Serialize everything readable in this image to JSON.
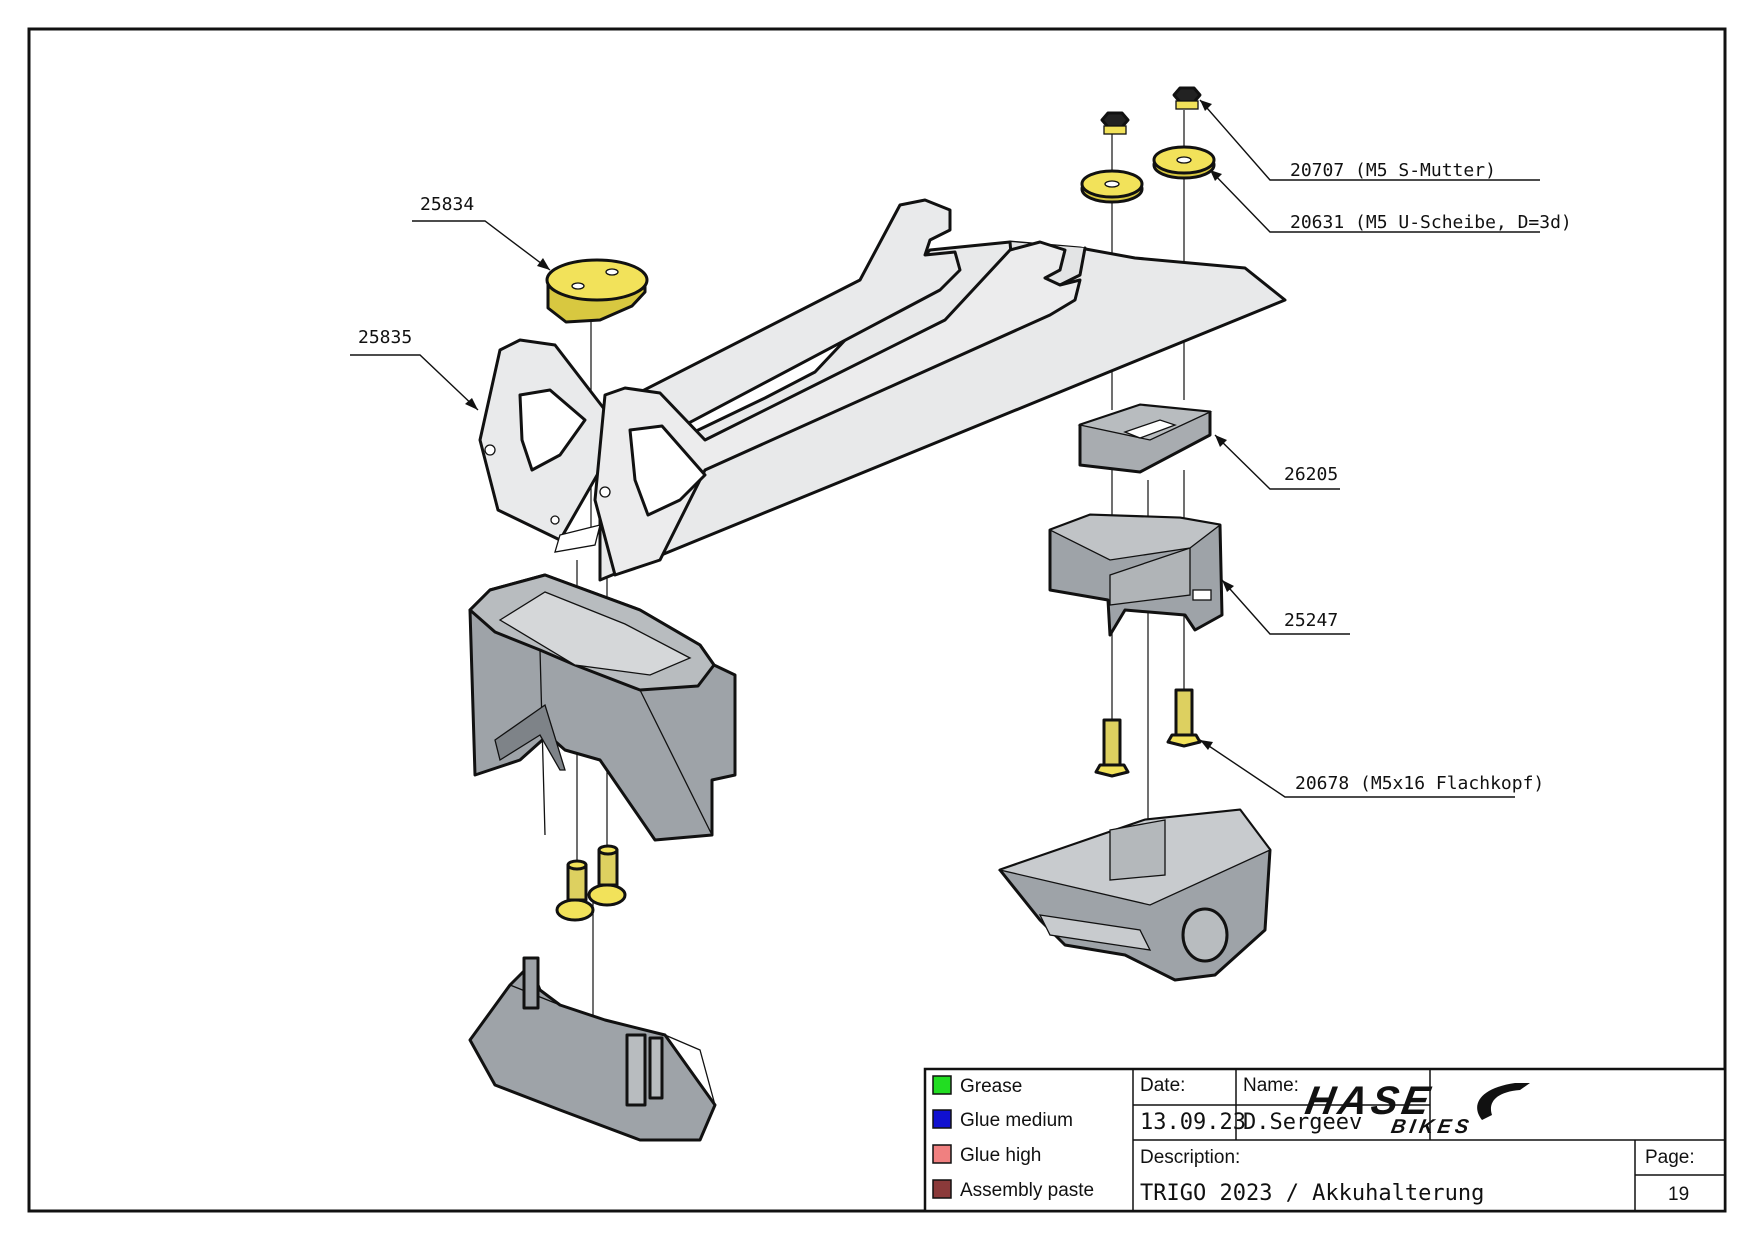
{
  "callouts": [
    {
      "id": "25834",
      "text": "25834"
    },
    {
      "id": "25835",
      "text": "25835"
    },
    {
      "id": "20707",
      "text": "20707 (M5 S-Mutter)"
    },
    {
      "id": "20631",
      "text": "20631 (M5 U-Scheibe, D=3d)"
    },
    {
      "id": "26205",
      "text": "26205"
    },
    {
      "id": "25247",
      "text": "25247"
    },
    {
      "id": "20678",
      "text": "20678 (M5x16 Flachkopf)"
    }
  ],
  "legend": [
    {
      "label": "Grease",
      "color": "#22dd22"
    },
    {
      "label": "Glue medium",
      "color": "#1010d0"
    },
    {
      "label": "Glue high",
      "color": "#f08080"
    },
    {
      "label": "Assembly paste",
      "color": "#8b3a3a"
    }
  ],
  "title_block": {
    "date_label": "Date:",
    "date_value": "13.09.23",
    "name_label": "Name:",
    "name_value": "D.Sergeev",
    "description_label": "Description:",
    "description_value": "TRIGO 2023 / Akkuhalterung",
    "page_label": "Page:",
    "page_value": "19",
    "logo_main": "HASE",
    "logo_sub": "BIKES"
  },
  "colors": {
    "part_gray": "#9ea3a8",
    "part_light": "#e6e8ea",
    "part_yellow": "#f2e25a"
  }
}
